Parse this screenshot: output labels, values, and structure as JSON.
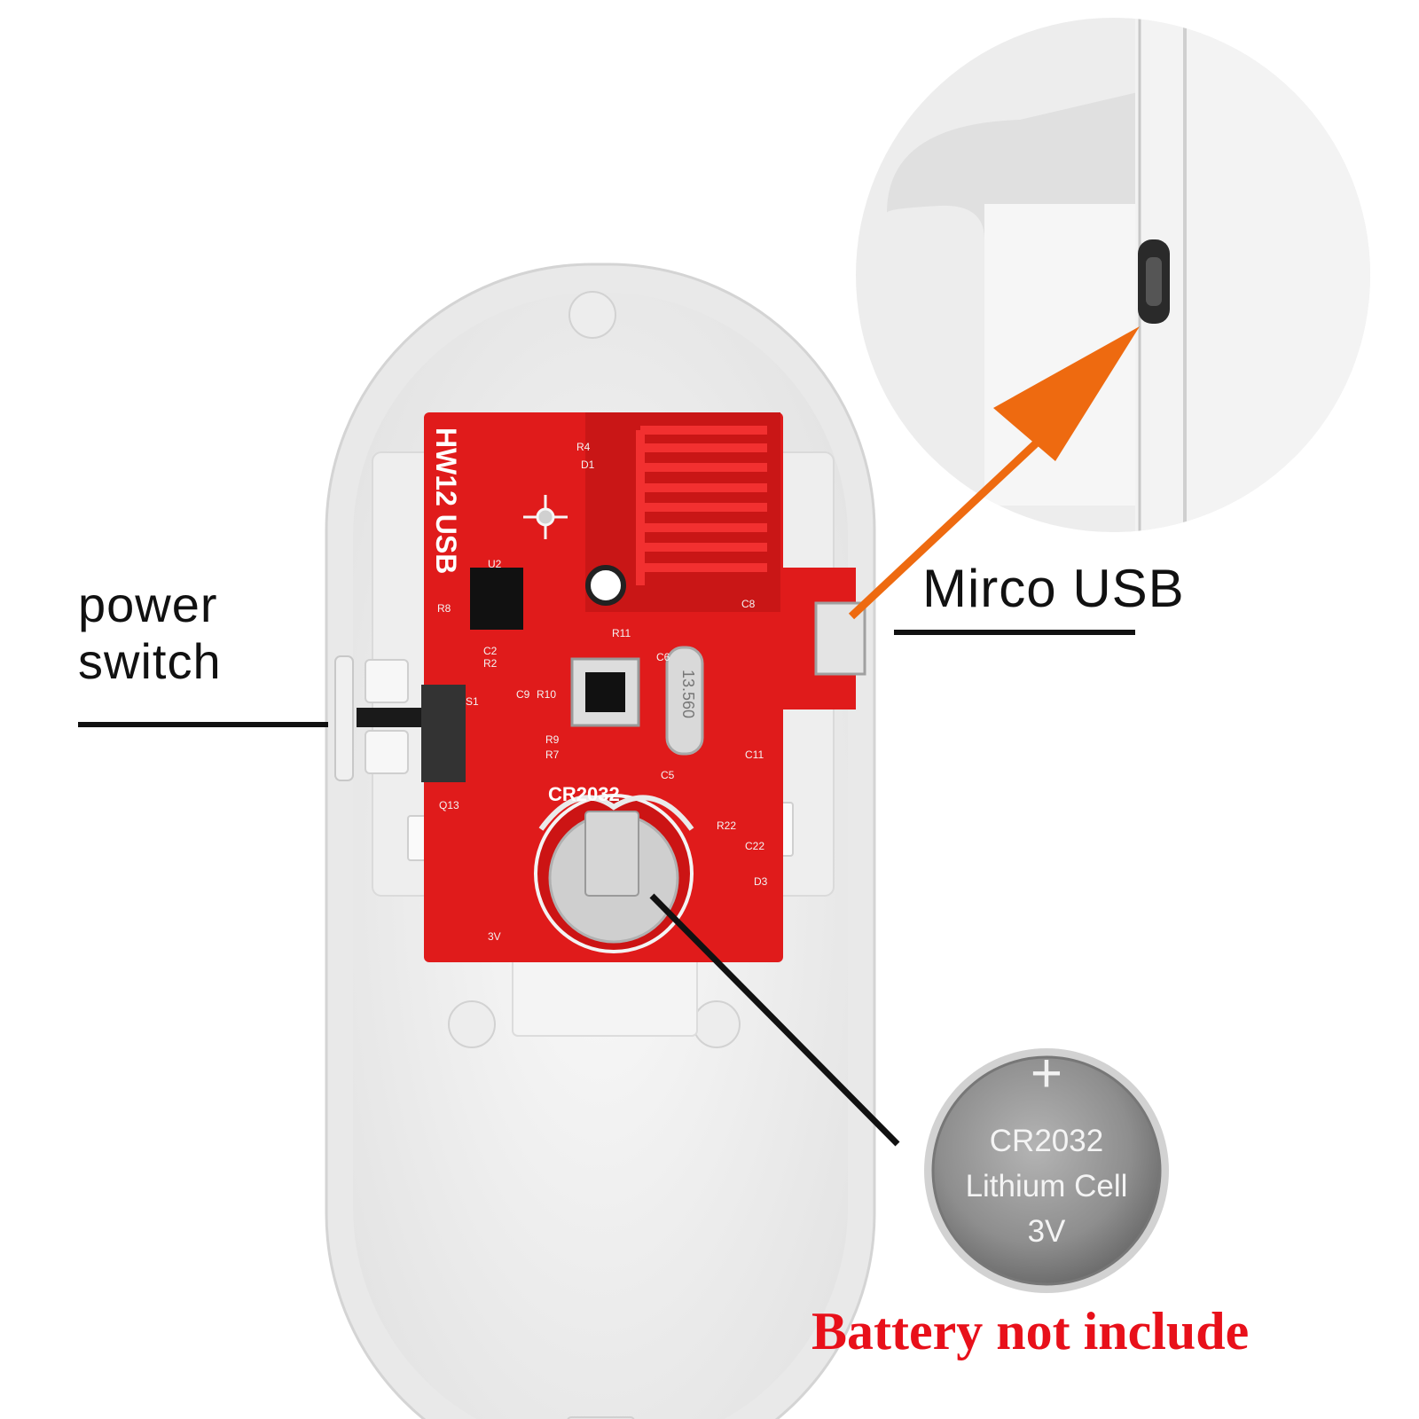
{
  "pcb": {
    "model": "HW12 USB",
    "battery_holder": "CR2032",
    "crystal": "13.560",
    "refs": [
      "R4",
      "D1",
      "U2",
      "R8",
      "C2",
      "R2",
      "R11",
      "C6",
      "C8",
      "S1",
      "C9",
      "R10",
      "R9",
      "R7",
      "C5",
      "C11",
      "Q13",
      "R22",
      "C22",
      "D3",
      "3V"
    ]
  },
  "labels": {
    "power_switch": [
      "power",
      "switch"
    ],
    "micro_usb": "Mirco USB",
    "battery_note": "Battery not include"
  },
  "coin_cell": {
    "plus": "+",
    "model": "CR2032",
    "type": "Lithium Cell",
    "voltage": "3V"
  },
  "colors": {
    "pcb_red": "#e01b1b",
    "pcb_dark": "#b51010",
    "callout_orange": "#ee6a10",
    "note_red": "#e8101a",
    "housing": "#f2f2f2"
  }
}
